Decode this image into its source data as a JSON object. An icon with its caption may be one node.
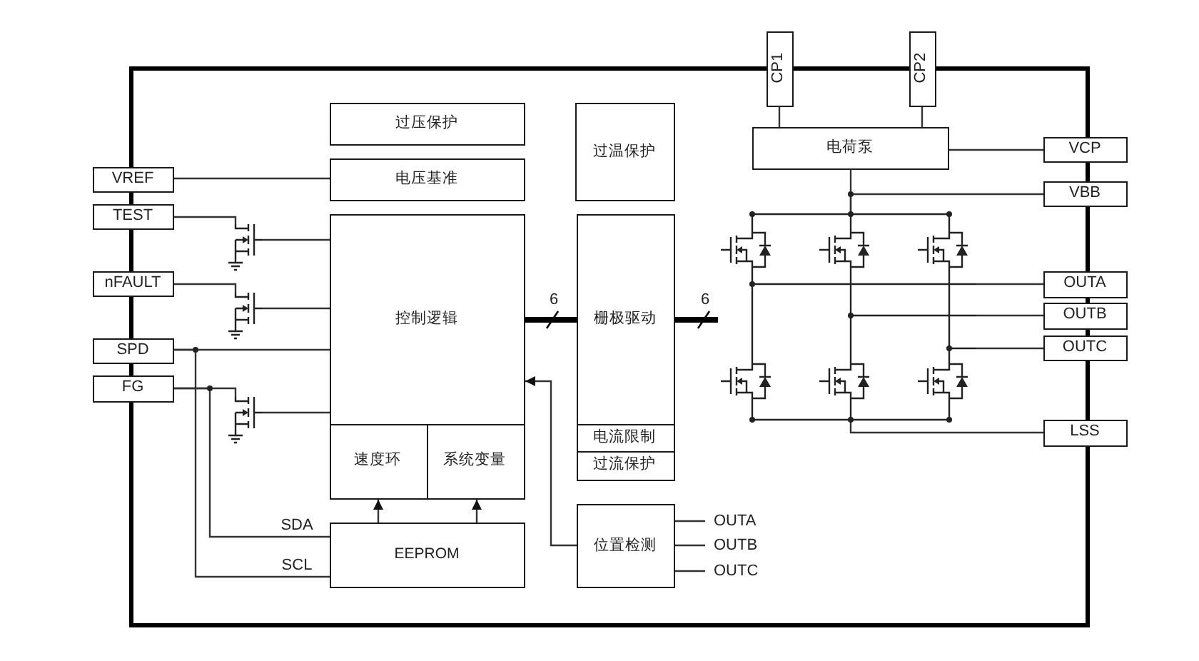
{
  "diagram": {
    "nodes": [
      {
        "text": [
          "CP1"
        ]
      },
      {
        "text": [
          "CP2"
        ]
      },
      {
        "text": [
          "VREF"
        ]
      },
      {
        "text": [
          "TEST"
        ]
      },
      {
        "text": [
          "nFAULT"
        ]
      },
      {
        "text": [
          "SPD"
        ]
      },
      {
        "text": [
          "FG"
        ]
      },
      {
        "text": [
          "过压保护"
        ]
      },
      {
        "text": [
          "电压基准"
        ]
      },
      {
        "text": [
          "控制逻辑"
        ]
      },
      {
        "text": [
          "速度环"
        ],
        "in": 9
      },
      {
        "text": [
          "系统变量"
        ],
        "in": 9
      },
      {
        "text": [
          "EEPROM"
        ]
      },
      {
        "text": [
          "过温保护"
        ]
      },
      {
        "text": [
          "栅极驱动"
        ]
      },
      {
        "text": [
          "电流限制"
        ],
        "in": 14
      },
      {
        "text": [
          "过流保护"
        ],
        "in": 14
      },
      {
        "text": [
          "位置检测"
        ]
      },
      {
        "text": [
          "OUTA"
        ]
      },
      {
        "text": [
          "OUTB"
        ]
      },
      {
        "text": [
          "OUTC"
        ]
      },
      {
        "text": [
          "电荷泵"
        ]
      },
      {
        "text": [
          "VCP"
        ]
      },
      {
        "text": [
          "VBB"
        ]
      },
      {
        "text": [
          "OUTA"
        ]
      },
      {
        "text": [
          "OUTB"
        ]
      },
      {
        "text": [
          "OUTC"
        ]
      },
      {
        "text": [
          "LSS"
        ]
      },
      {
        "text": [],
        "shape": "picture"
      },
      {
        "text": [],
        "shape": "picture"
      },
      {
        "text": [],
        "shape": "picture"
      },
      {
        "text": [],
        "shape": "picture"
      }
    ],
    "edges": [
      {
        "from": 0,
        "to": 21,
        "arrow": "none"
      },
      {
        "from": 1,
        "to": 21,
        "arrow": "none"
      },
      {
        "from": 2,
        "to": 8,
        "arrow": "none"
      },
      {
        "from": 3,
        "to": 28,
        "arrow": "none"
      },
      {
        "from": 28,
        "to": 9,
        "arrow": "none"
      },
      {
        "from": 4,
        "to": 29,
        "arrow": "none"
      },
      {
        "from": 29,
        "to": 9,
        "arrow": "none"
      },
      {
        "from": 5,
        "to": 9,
        "arrow": "none"
      },
      {
        "from": 5,
        "to": 12,
        "arrow": "none",
        "label": "SCL"
      },
      {
        "from": 6,
        "to": 30,
        "arrow": "none"
      },
      {
        "from": 6,
        "to": 12,
        "arrow": "none",
        "label": "SDA"
      },
      {
        "from": 30,
        "to": 9,
        "arrow": "none"
      },
      {
        "from": 12,
        "to": 10,
        "arrow": "to"
      },
      {
        "from": 12,
        "to": 11,
        "arrow": "to"
      },
      {
        "from": 17,
        "to": 9,
        "arrow": "to"
      },
      {
        "from": 9,
        "to": 14,
        "arrow": "none",
        "label": "6",
        "style": "thick"
      },
      {
        "from": 14,
        "to": 31,
        "arrow": "none",
        "label": "6",
        "style": "thick"
      },
      {
        "from": 17,
        "to": 18,
        "arrow": "none"
      },
      {
        "from": 17,
        "to": 19,
        "arrow": "none"
      },
      {
        "from": 17,
        "to": 20,
        "arrow": "none"
      },
      {
        "from": 22,
        "to": 21,
        "arrow": "none"
      },
      {
        "from": 21,
        "to": 31,
        "arrow": "none"
      },
      {
        "from": 23,
        "to": 31,
        "arrow": "none"
      },
      {
        "from": 24,
        "to": 31,
        "arrow": "none"
      },
      {
        "from": 25,
        "to": 31,
        "arrow": "none"
      },
      {
        "from": 26,
        "to": 31,
        "arrow": "none"
      },
      {
        "from": 27,
        "to": 31,
        "arrow": "none"
      }
    ]
  }
}
